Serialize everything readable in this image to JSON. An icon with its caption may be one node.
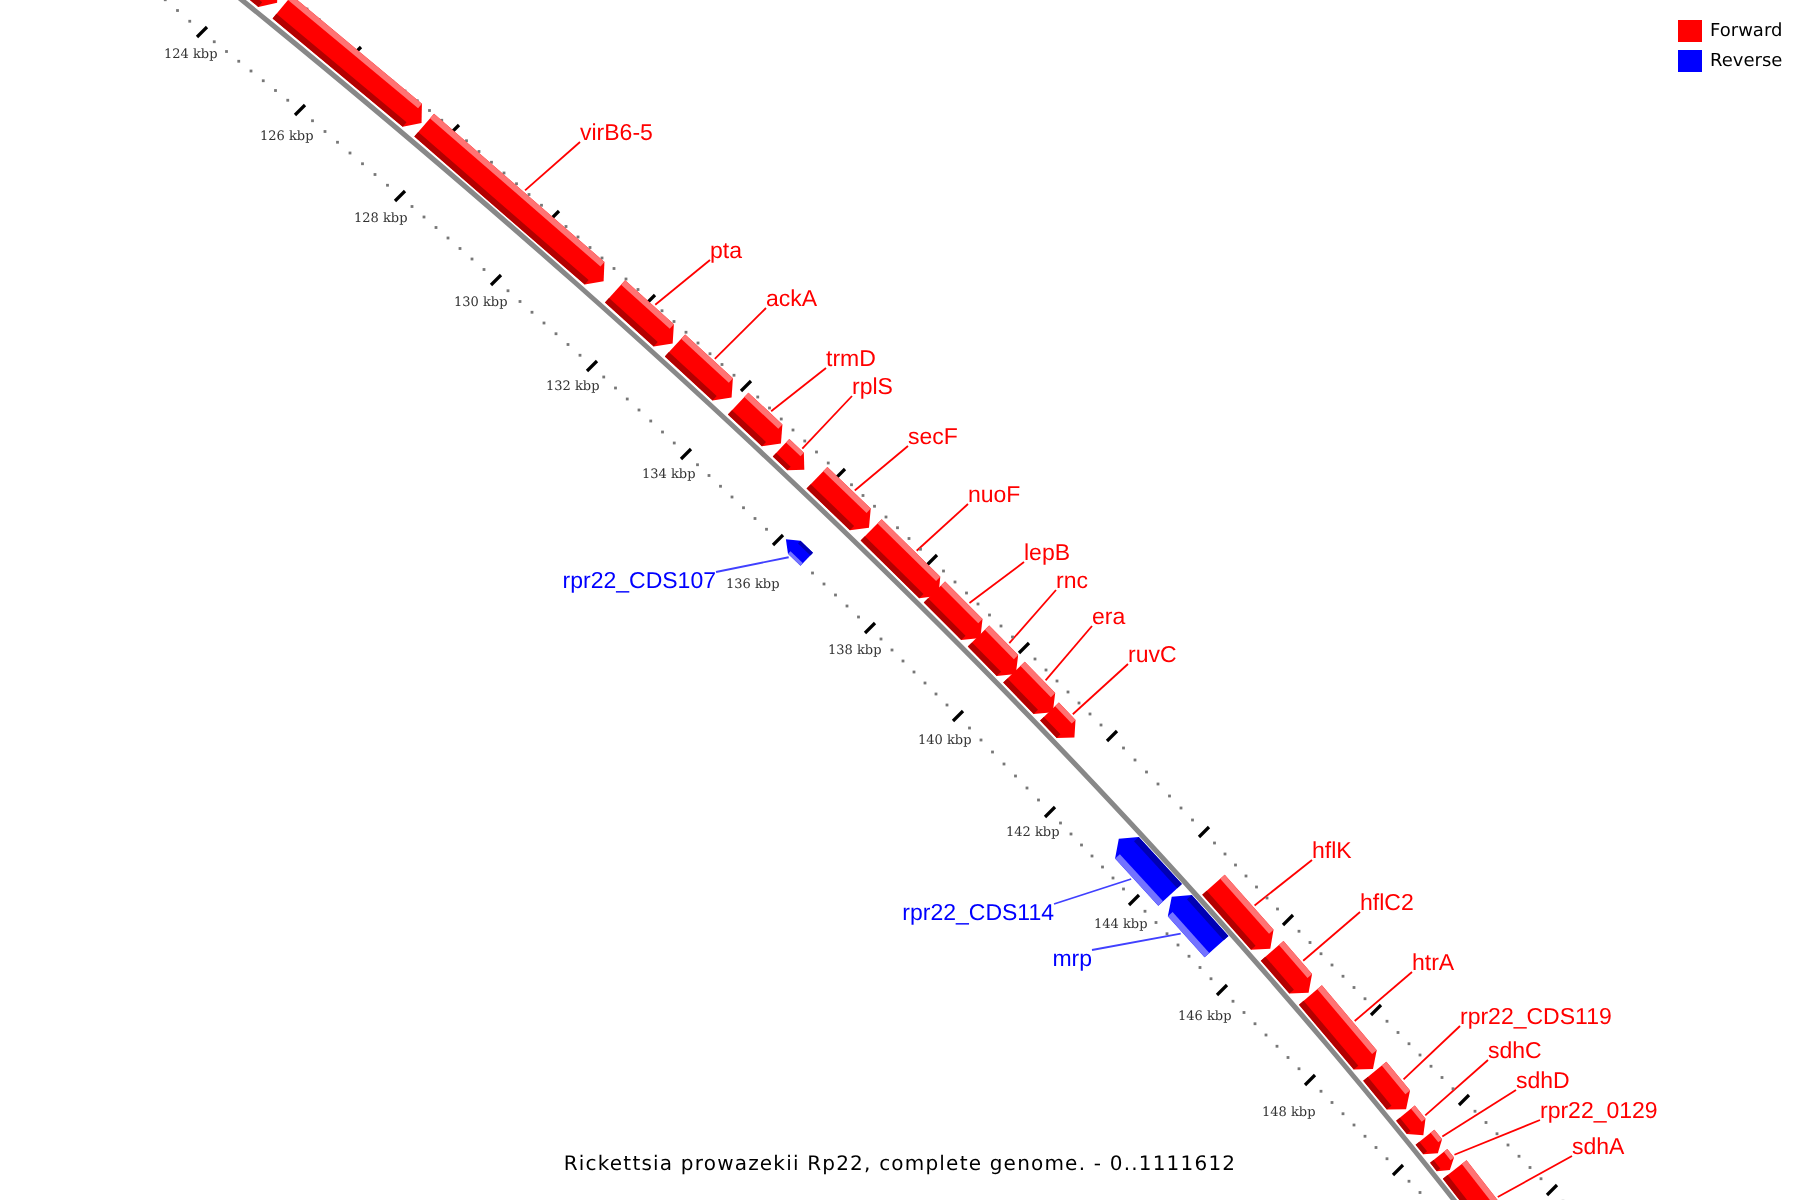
{
  "diagram": {
    "caption": "Rickettsia prowazekii Rp22, complete genome. - 0..1111612",
    "nodes": [
      {
        "text": [],
        "shape": "bar"
      },
      {
        "text": [],
        "shape": "bar"
      },
      {
        "text": [],
        "shape": "bar"
      },
      {
        "text": [],
        "shape": "bar"
      },
      {
        "text": [],
        "shape": "bar"
      },
      {
        "text": [],
        "shape": "bar"
      },
      {
        "text": [],
        "shape": "bar"
      },
      {
        "text": [],
        "shape": "bar"
      },
      {
        "text": [],
        "shape": "bar"
      },
      {
        "text": [],
        "shape": "bar"
      },
      {
        "text": [],
        "shape": "bar"
      },
      {
        "text": [],
        "shape": "bar"
      },
      {
        "text": [],
        "shape": "bar"
      },
      {
        "text": [],
        "shape": "bar"
      },
      {
        "text": [],
        "shape": "bar"
      },
      {
        "text": [],
        "shape": "bar"
      },
      {
        "text": [],
        "shape": "bar"
      },
      {
        "text": [],
        "shape": "bar"
      },
      {
        "text": [],
        "shape": "bar"
      },
      {
        "text": [],
        "shape": "bar"
      },
      {
        "text": [],
        "shape": "bar"
      },
      {
        "text": [],
        "shape": "bar"
      },
      {
        "text": [],
        "shape": "bar"
      },
      {
        "text": [],
        "shape": "bar"
      },
      {
        "text": [
          "virB6-5"
        ]
      },
      {
        "text": [
          "pta"
        ]
      },
      {
        "text": [
          "ackA"
        ]
      },
      {
        "text": [
          "trmD"
        ]
      },
      {
        "text": [
          "rplS"
        ]
      },
      {
        "text": [
          "rpr22_CDS107"
        ]
      },
      {
        "text": [
          "secF"
        ]
      },
      {
        "text": [
          "nuoF"
        ]
      },
      {
        "text": [
          "lepB"
        ]
      },
      {
        "text": [
          "rnc"
        ]
      },
      {
        "text": [
          "era"
        ]
      },
      {
        "text": [
          "ruvC"
        ]
      },
      {
        "text": [
          "rpr22_CDS114"
        ]
      },
      {
        "text": [
          "mrp"
        ]
      },
      {
        "text": [
          "hflK"
        ]
      },
      {
        "text": [
          "hflC2"
        ]
      },
      {
        "text": [
          "htrA"
        ]
      },
      {
        "text": [
          "rpr22_CDS119"
        ]
      },
      {
        "text": [
          "sdhC"
        ]
      },
      {
        "text": [
          "sdhD"
        ]
      },
      {
        "text": [
          "rpr22_0129"
        ]
      },
      {
        "text": [
          "sdhA"
        ]
      }
    ],
    "edges": [
      {
        "from": 24,
        "to": 2,
        "arrow": "none"
      },
      {
        "from": 25,
        "to": 3,
        "arrow": "none"
      },
      {
        "from": 26,
        "to": 4,
        "arrow": "none"
      },
      {
        "from": 27,
        "to": 5,
        "arrow": "none"
      },
      {
        "from": 28,
        "to": 6,
        "arrow": "none"
      },
      {
        "from": 29,
        "to": 7,
        "arrow": "none",
        "color": "#4040ff"
      },
      {
        "from": 30,
        "to": 8,
        "arrow": "none"
      },
      {
        "from": 31,
        "to": 9,
        "arrow": "none"
      },
      {
        "from": 32,
        "to": 10,
        "arrow": "none"
      },
      {
        "from": 33,
        "to": 11,
        "arrow": "none"
      },
      {
        "from": 34,
        "to": 12,
        "arrow": "none"
      },
      {
        "from": 35,
        "to": 13,
        "arrow": "none"
      },
      {
        "from": 36,
        "to": 14,
        "arrow": "none",
        "color": "#4040ff"
      },
      {
        "from": 37,
        "to": 15,
        "arrow": "none",
        "color": "#4040ff"
      },
      {
        "from": 38,
        "to": 16,
        "arrow": "none"
      },
      {
        "from": 39,
        "to": 17,
        "arrow": "none"
      },
      {
        "from": 40,
        "to": 18,
        "arrow": "none"
      },
      {
        "from": 41,
        "to": 19,
        "arrow": "none"
      },
      {
        "from": 42,
        "to": 20,
        "arrow": "none"
      },
      {
        "from": 43,
        "to": 21,
        "arrow": "none"
      },
      {
        "from": 44,
        "to": 22,
        "arrow": "none"
      },
      {
        "from": 45,
        "to": 23,
        "arrow": "none"
      }
    ],
    "labels": [
      "124 kbp",
      "126 kbp",
      "128 kbp",
      "130 kbp",
      "132 kbp",
      "134 kbp",
      "136 kbp",
      "138 kbp",
      "140 kbp",
      "142 kbp",
      "144 kbp",
      "146 kbp",
      "148 kbp"
    ],
    "legend": [
      {
        "text": "Forward",
        "color": "#ff0000"
      },
      {
        "text": "Reverse",
        "color": "#0000ff"
      }
    ]
  }
}
